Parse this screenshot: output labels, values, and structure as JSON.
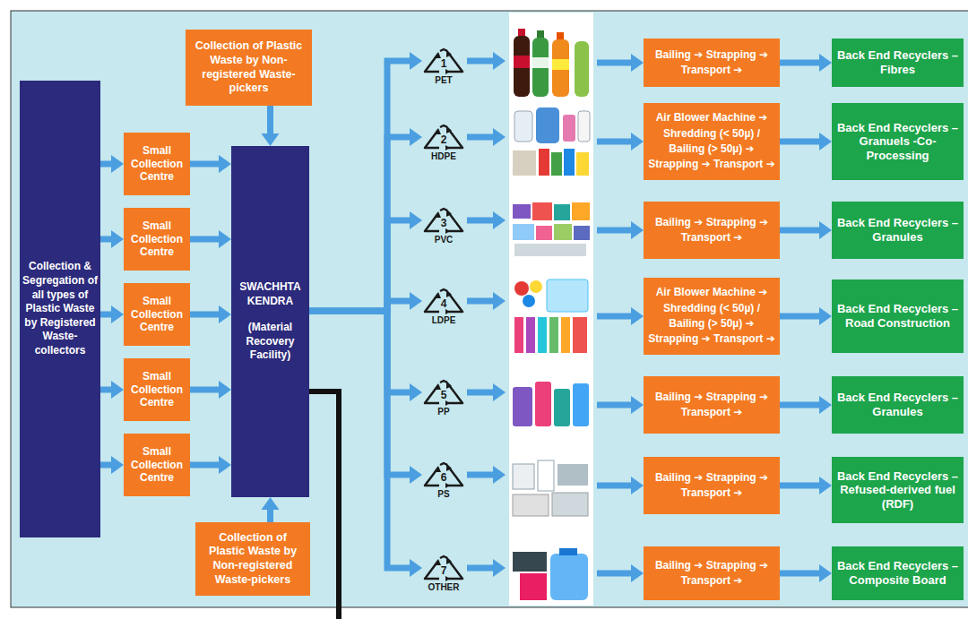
{
  "diagram": {
    "nodes": [
      {
        "text": [
          "Collection & Segregation of all types of Plastic Waste by Registered Waste-collectors"
        ]
      },
      {
        "text": [
          "Small Collection Centre"
        ]
      },
      {
        "text": [
          "Small Collection Centre"
        ]
      },
      {
        "text": [
          "Small Collection Centre"
        ]
      },
      {
        "text": [
          "Small Collection Centre"
        ]
      },
      {
        "text": [
          "Small Collection Centre"
        ]
      },
      {
        "text": [
          "Collection of Plastic Waste by Non-registered Waste-pickers"
        ]
      },
      {
        "text": [
          "SWACHHTA KENDRA",
          "(Material Recovery Facility)"
        ]
      },
      {
        "text": [
          "Collection of Plastic Waste by Non-registered Waste-pickers"
        ]
      },
      {
        "text": [
          "1",
          "PET"
        ]
      },
      {
        "text": [
          "2",
          "HDPE"
        ]
      },
      {
        "text": [
          "3",
          "PVC"
        ]
      },
      {
        "text": [
          "4",
          "LDPE"
        ]
      },
      {
        "text": [
          "5",
          "PP"
        ]
      },
      {
        "text": [
          "6",
          "PS"
        ]
      },
      {
        "text": [
          "7",
          "OTHER"
        ]
      },
      {
        "text": [
          "Bailing ➔ Strapping ➔ Transport ➔"
        ]
      },
      {
        "text": [
          "Air Blower Machine ➔ Shredding (< 50µ) / Bailing (> 50µ) ➔ Strapping ➔ Transport ➔"
        ]
      },
      {
        "text": [
          "Bailing ➔ Strapping ➔ Transport ➔"
        ]
      },
      {
        "text": [
          "Air Blower Machine ➔ Shredding (< 50µ) / Bailing (> 50µ) ➔ Strapping ➔ Transport ➔"
        ]
      },
      {
        "text": [
          "Bailing ➔ Strapping ➔ Transport ➔"
        ]
      },
      {
        "text": [
          "Bailing ➔ Strapping ➔ Transport ➔"
        ]
      },
      {
        "text": [
          "Bailing ➔ Strapping ➔ Transport ➔"
        ]
      },
      {
        "text": [
          "Back End Recyclers – Fibres"
        ]
      },
      {
        "text": [
          "Back End Recyclers – Granuels -Co-Processing"
        ]
      },
      {
        "text": [
          "Back End Recyclers – Granules"
        ]
      },
      {
        "text": [
          "Back End Recyclers – Road Construction"
        ]
      },
      {
        "text": [
          "Back End Recyclers – Granules"
        ]
      },
      {
        "text": [
          "Back End Recyclers – Refused-derived fuel (RDF)"
        ]
      },
      {
        "text": [
          "Back End Recyclers – Composite Board"
        ]
      }
    ],
    "edges": [
      {
        "from": 0,
        "to": 1,
        "arrow": "to"
      },
      {
        "from": 0,
        "to": 2,
        "arrow": "to"
      },
      {
        "from": 0,
        "to": 3,
        "arrow": "to"
      },
      {
        "from": 0,
        "to": 4,
        "arrow": "to"
      },
      {
        "from": 0,
        "to": 5,
        "arrow": "to"
      },
      {
        "from": 1,
        "to": 7,
        "arrow": "to"
      },
      {
        "from": 2,
        "to": 7,
        "arrow": "to"
      },
      {
        "from": 3,
        "to": 7,
        "arrow": "to"
      },
      {
        "from": 4,
        "to": 7,
        "arrow": "to"
      },
      {
        "from": 5,
        "to": 7,
        "arrow": "to"
      },
      {
        "from": 6,
        "to": 7,
        "arrow": "to"
      },
      {
        "from": 8,
        "to": 7,
        "arrow": "to"
      },
      {
        "from": 7,
        "to": 9,
        "arrow": "to"
      },
      {
        "from": 7,
        "to": 10,
        "arrow": "to"
      },
      {
        "from": 7,
        "to": 11,
        "arrow": "to"
      },
      {
        "from": 7,
        "to": 12,
        "arrow": "to"
      },
      {
        "from": 7,
        "to": 13,
        "arrow": "to"
      },
      {
        "from": 7,
        "to": 14,
        "arrow": "to"
      },
      {
        "from": 7,
        "to": 15,
        "arrow": "to"
      },
      {
        "from": 9,
        "to": 16,
        "arrow": "to"
      },
      {
        "from": 10,
        "to": 17,
        "arrow": "to"
      },
      {
        "from": 11,
        "to": 18,
        "arrow": "to"
      },
      {
        "from": 12,
        "to": 19,
        "arrow": "to"
      },
      {
        "from": 13,
        "to": 20,
        "arrow": "to"
      },
      {
        "from": 14,
        "to": 21,
        "arrow": "to"
      },
      {
        "from": 15,
        "to": 22,
        "arrow": "to"
      },
      {
        "from": 16,
        "to": 23,
        "arrow": "to"
      },
      {
        "from": 17,
        "to": 24,
        "arrow": "to"
      },
      {
        "from": 18,
        "to": 25,
        "arrow": "to"
      },
      {
        "from": 19,
        "to": 26,
        "arrow": "to"
      },
      {
        "from": 20,
        "to": 27,
        "arrow": "to"
      },
      {
        "from": 21,
        "to": 28,
        "arrow": "to"
      },
      {
        "from": 22,
        "to": 29,
        "arrow": "to"
      }
    ]
  }
}
